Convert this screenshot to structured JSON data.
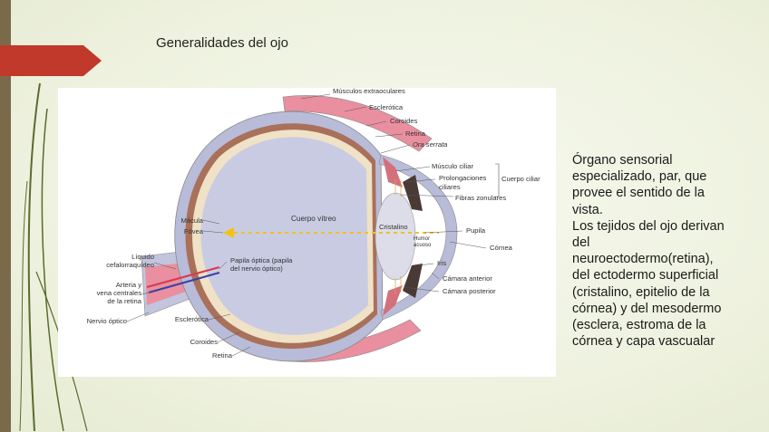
{
  "slide": {
    "title": "Generalidades del ojo",
    "description_lines": [
      "Órgano sensorial",
      "especializado, par, que",
      "provee el sentido de la",
      "vista.",
      "Los tejidos del ojo derivan",
      "del",
      "neuroectodermo(retina),",
      "del ectodermo superficial",
      "(cristalino, epitelio de la",
      "córnea) y del mesodermo",
      "(esclera, estroma de la",
      "córnea y capa vascualar"
    ]
  },
  "diagram": {
    "labels": {
      "musculos_extraoculares": "Músculos extraoculares",
      "esclerotica_top": "Esclerótica",
      "coroides_top": "Coroides",
      "retina_top": "Retina",
      "ora_serrata": "Ora serrata",
      "musculo_ciliar": "Músculo ciliar",
      "prolongaciones_ciliares_1": "Prolongaciones",
      "prolongaciones_ciliares_2": "ciliares",
      "cuerpo_ciliar": "Cuerpo ciliar",
      "fibras_zonulares": "Fibras zonulares",
      "macula": "Mácula",
      "fovea": "Fóvea",
      "cuerpo_vitreo": "Cuerpo vítreo",
      "cristalino": "Cristalino",
      "pupila": "Pupila",
      "humor_acuoso_1": "Humor",
      "humor_acuoso_2": "acuoso",
      "cornea": "Córnea",
      "liquido_1": "Líquido",
      "liquido_2": "cefalorraquídeo",
      "papila_1": "Papila óptica (papila",
      "papila_2": "del nervio óptico)",
      "iris": "Iris",
      "camara_anterior": "Cámara anterior",
      "camara_posterior": "Cámara posterior",
      "arteria_1": "Arteria y",
      "arteria_2": "vena centrales",
      "arteria_3": "de la retina",
      "nervio_optico": "Nervio óptico",
      "esclerotica_bottom": "Esclerótica",
      "coroides_bottom": "Coroides",
      "retina_bottom": "Retina"
    },
    "colors": {
      "sclera": "#b9bcd8",
      "muscle": "#e98fa0",
      "choroid": "#a9705a",
      "retina": "#efe2c6",
      "vitreous": "#c9cbe2",
      "lens": "#dcdde8",
      "axis": "#f2c21b",
      "artery": "#d63a4f",
      "vein": "#3b3fa8"
    }
  }
}
